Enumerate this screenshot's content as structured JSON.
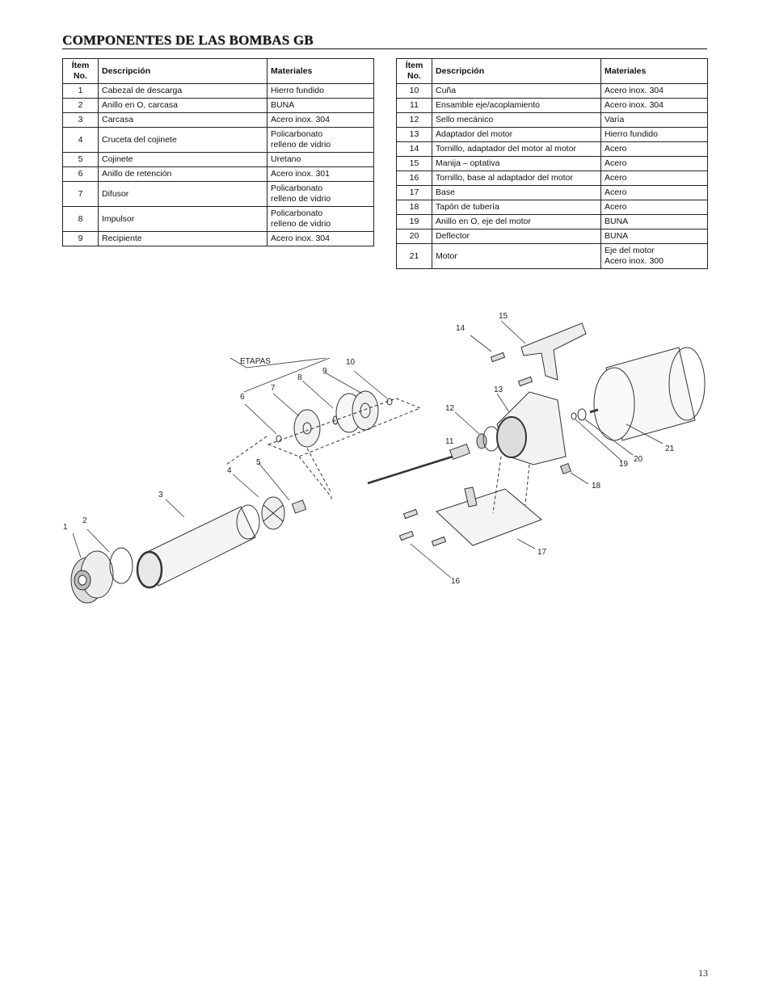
{
  "page": {
    "title": "COMPONENTES DE LAS BOMBAS GB",
    "page_number": "13"
  },
  "table_headers": {
    "item": "Ítem No.",
    "description": "Descripción",
    "materials": "Materiales"
  },
  "left_table": [
    {
      "no": "1",
      "description": "Cabezal de descarga",
      "material": "Hierro fundido"
    },
    {
      "no": "2",
      "description": "Anillo en O, carcasa",
      "material": "BUNA"
    },
    {
      "no": "3",
      "description": "Carcasa",
      "material": "Acero inox. 304"
    },
    {
      "no": "4",
      "description": "Cruceta del cojinete",
      "material": "Policarbonato\nrelleno de vidrio"
    },
    {
      "no": "5",
      "description": "Cojinete",
      "material": "Uretano"
    },
    {
      "no": "6",
      "description": "Anillo de retención",
      "material": "Acero inox. 301"
    },
    {
      "no": "7",
      "description": "Difusor",
      "material": "Policarbonato\nrelleno de vidrio"
    },
    {
      "no": "8",
      "description": "Impulsor",
      "material": "Policarbonato\nrelleno de vidrio"
    },
    {
      "no": "9",
      "description": "Recipiente",
      "material": "Acero inox. 304"
    }
  ],
  "right_table": [
    {
      "no": "10",
      "description": "Cuña",
      "material": "Acero inox. 304"
    },
    {
      "no": "11",
      "description": "Ensamble eje/acoplamiento",
      "material": "Acero inox. 304"
    },
    {
      "no": "12",
      "description": "Sello mecánico",
      "material": "Varía"
    },
    {
      "no": "13",
      "description": "Adaptador del motor",
      "material": "Hierro fundido"
    },
    {
      "no": "14",
      "description": "Tornillo, adaptador del motor al motor",
      "material": "Acero"
    },
    {
      "no": "15",
      "description": "Manija – optativa",
      "material": "Acero"
    },
    {
      "no": "16",
      "description": "Tornillo, base al adaptador del motor",
      "material": "Acero"
    },
    {
      "no": "17",
      "description": "Base",
      "material": "Acero"
    },
    {
      "no": "18",
      "description": "Tapón de tubería",
      "material": "Acero"
    },
    {
      "no": "19",
      "description": "Anillo en O, eje del motor",
      "material": "BUNA"
    },
    {
      "no": "20",
      "description": "Deflector",
      "material": "BUNA"
    },
    {
      "no": "21",
      "description": "Motor",
      "material": "Eje del motor\nAcero inox. 300"
    }
  ],
  "diagram": {
    "stages_label": "ETAPAS",
    "callouts": [
      "1",
      "2",
      "3",
      "4",
      "5",
      "6",
      "7",
      "8",
      "9",
      "10",
      "11",
      "12",
      "13",
      "14",
      "15",
      "16",
      "17",
      "18",
      "19",
      "20",
      "21"
    ]
  }
}
